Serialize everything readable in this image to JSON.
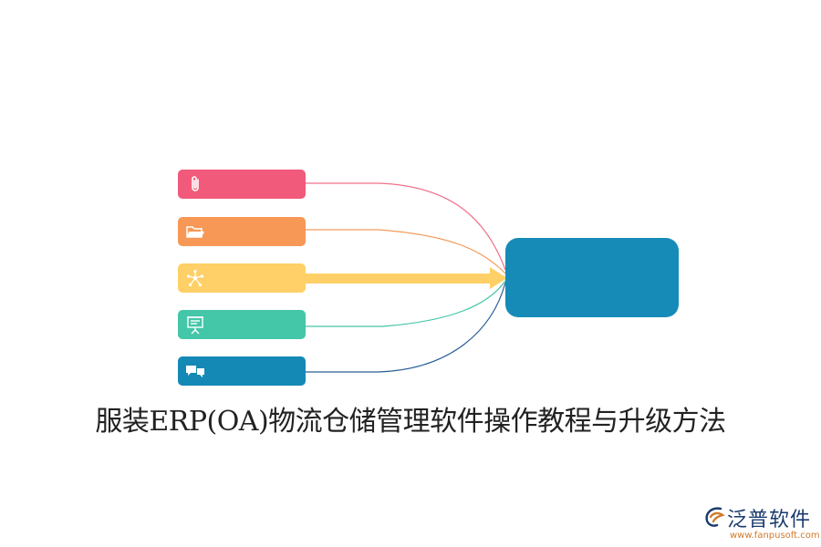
{
  "diagram": {
    "caption": "服装ERP(OA)物流仓储管理软件操作教程与升级方法",
    "target": {
      "color": "#168bb7"
    },
    "items": [
      {
        "icon": "paperclip-icon",
        "color": "#f15a7a",
        "line_color": "#f0708a"
      },
      {
        "icon": "folder-icon",
        "color": "#f79857",
        "line_color": "#f49a5a"
      },
      {
        "icon": "network-icon",
        "color": "#fed067",
        "line_color": "#fed067",
        "highlighted": true
      },
      {
        "icon": "presentation-icon",
        "color": "#44c6a8",
        "line_color": "#44c6a8"
      },
      {
        "icon": "chat-bubbles-icon",
        "color": "#1589b5",
        "line_color": "#2a5f97"
      }
    ]
  },
  "logo": {
    "name": "泛普软件",
    "url": "www.fanpusoft.com",
    "colors": {
      "blue": "#1a3a6e",
      "orange": "#d07a2a"
    }
  }
}
